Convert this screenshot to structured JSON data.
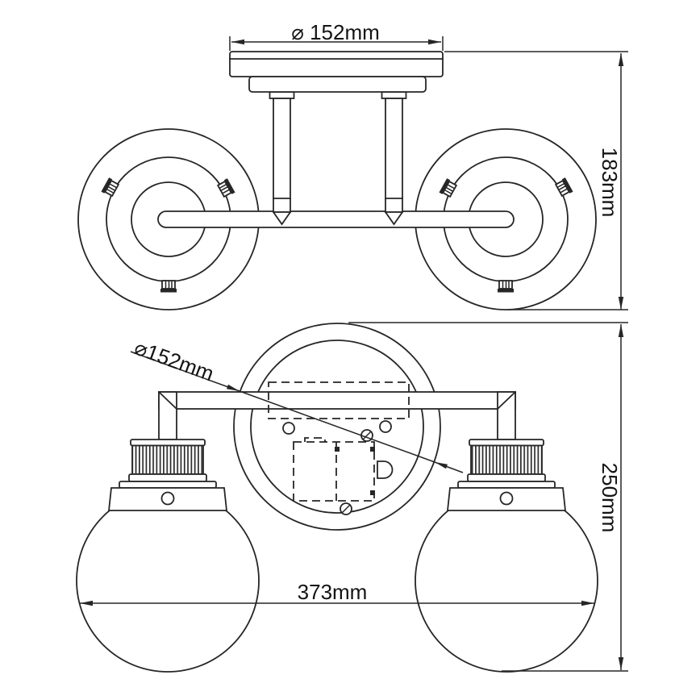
{
  "colors": {
    "background": "#ffffff",
    "line": "#262626",
    "text": "#141414"
  },
  "top_view": {
    "canopy_diameter_label": "⌀ 152mm",
    "height_label": "183mm"
  },
  "front_view": {
    "backplate_diameter_label": "⌀152mm",
    "height_label": "250mm",
    "width_label": "373mm"
  }
}
